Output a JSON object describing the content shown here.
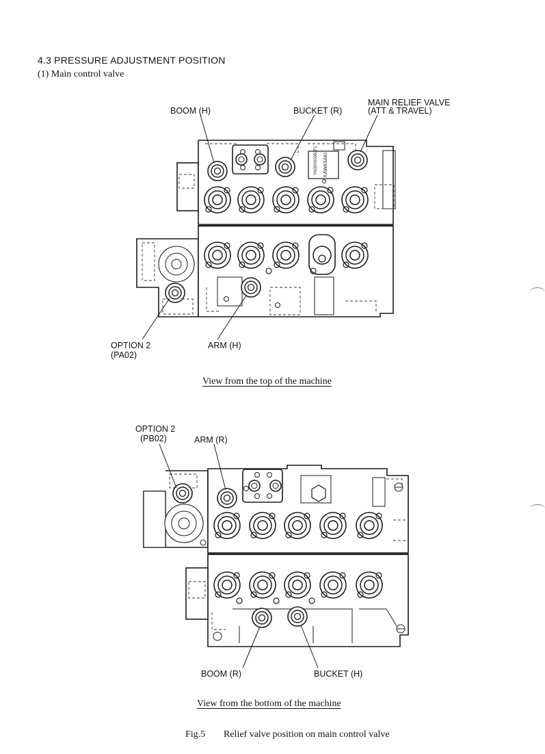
{
  "section": {
    "heading": "4.3  PRESSURE ADJUSTMENT POSITION",
    "subheading": "(1)  Main control valve"
  },
  "top_view": {
    "caption": "View from the top of the machine",
    "labels": {
      "boom_h": "BOOM (H)",
      "bucket_r": "BUCKET (R)",
      "main_relief_1": "MAIN RELIEF VALVE",
      "main_relief_2": "(ATT & TRAVEL)",
      "option2": "OPTION 2",
      "option2_port": "(PA02)",
      "arm_h": "ARM (H)"
    },
    "nameplate": {
      "brand": "KAWASAKI",
      "code": "YN30V00082F1"
    }
  },
  "bottom_view": {
    "caption": "View from the bottom of the machine",
    "labels": {
      "option2": "OPTION 2",
      "option2_port": "(PB02)",
      "arm_r": "ARM (R)",
      "boom_r": "BOOM (R)",
      "bucket_h": "BUCKET (H)"
    }
  },
  "figure": {
    "number": "Fig.5",
    "title": "Relief valve position on main control valve"
  }
}
